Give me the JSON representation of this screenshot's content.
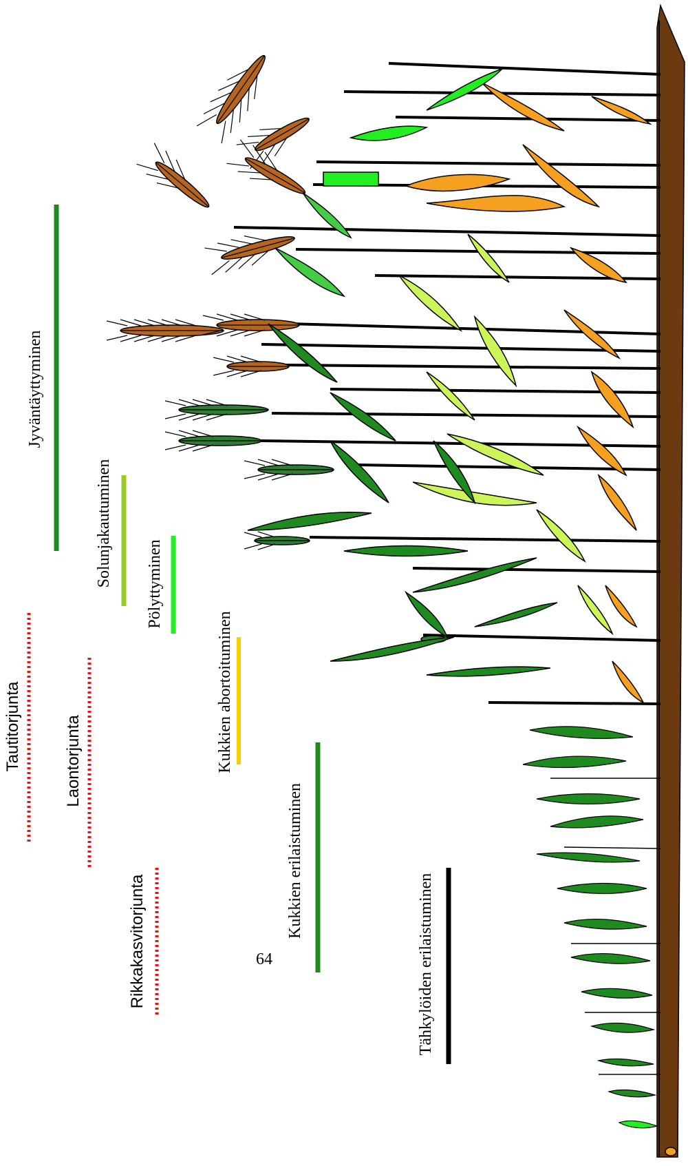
{
  "labels": {
    "tautitorjunta": "Tautitorjunta",
    "laontorjunta": "Laontorjunta",
    "rikkakasvitorjunta": "Rikkakasvitorjunta",
    "jyvantayttyminen": "Jyväntäyttyminen",
    "solunjakautuminen": "Solunjakautuminen",
    "polyttyminen": "Pölyttyminen",
    "kukkien_abortoituminen": "Kukkien abortoituminen",
    "kukkien_erilaistuminen": "Kukkien erilaistuminen",
    "tahkyloiden_erilaistuminen": "Tähkylöiden erilaistuminen"
  },
  "page_number": "64",
  "colors": {
    "soil": "#6b3a10",
    "dark_green": "#1f8a1f",
    "bright_green": "#22ee22",
    "yellow_green": "#99cc22",
    "pale_green": "#ccf55a",
    "orange": "#f5a020",
    "yellow": "#ffcc00",
    "red_dotted": "#ee1111",
    "black": "#000000",
    "ear_brown": "#b5651d"
  }
}
